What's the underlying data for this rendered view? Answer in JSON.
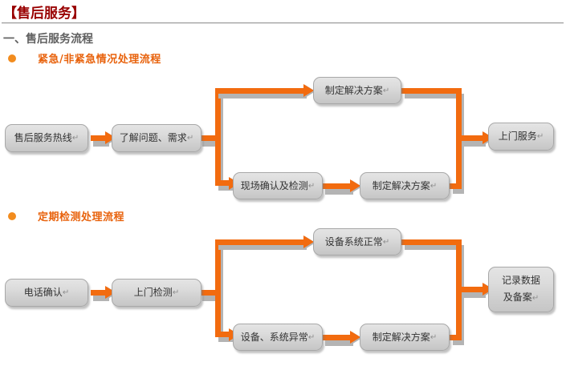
{
  "header": {
    "title": "【售后服务】",
    "section_heading": "一、售后服务流程"
  },
  "colors": {
    "title": "#990000",
    "heading": "#606060",
    "accent_orange": "#F26B0F",
    "bullet_orange": "#F28C1E",
    "bullet_text": "#E8620C",
    "node_border": "#a8a8a8",
    "node_fill_top": "#e4e4e4",
    "node_fill_bottom": "#c6c6c6",
    "shadow": "#b4b4b4"
  },
  "flows": [
    {
      "bullet_label": "紧急/非紧急情况处理流程",
      "nodes": [
        {
          "id": "f1n1",
          "label": "售后服务热线",
          "pilcrow": "↵"
        },
        {
          "id": "f1n2",
          "label": "了解问题、需求",
          "pilcrow": "↵"
        },
        {
          "id": "f1n3",
          "label": "制定解决方案",
          "pilcrow": "↵"
        },
        {
          "id": "f1n4",
          "label": "现场确认及检测",
          "pilcrow": "↵"
        },
        {
          "id": "f1n5",
          "label": "制定解决方案",
          "pilcrow": "↵"
        },
        {
          "id": "f1n6",
          "label": "上门服务",
          "pilcrow": "↵"
        }
      ]
    },
    {
      "bullet_label": "定期检测处理流程",
      "nodes": [
        {
          "id": "f2n1",
          "label": "电话确认",
          "pilcrow": "↵"
        },
        {
          "id": "f2n2",
          "label": "上门检测",
          "pilcrow": "↵"
        },
        {
          "id": "f2n3",
          "label": "设备系统正常",
          "pilcrow": "↵"
        },
        {
          "id": "f2n4",
          "label": "设备、系统异常",
          "pilcrow": "↵"
        },
        {
          "id": "f2n5",
          "label": "制定解决方案",
          "pilcrow": "↵"
        },
        {
          "id": "f2n6",
          "label_line1": "记录数据",
          "label_line2": "及备案",
          "pilcrow": "↵"
        }
      ]
    }
  ]
}
